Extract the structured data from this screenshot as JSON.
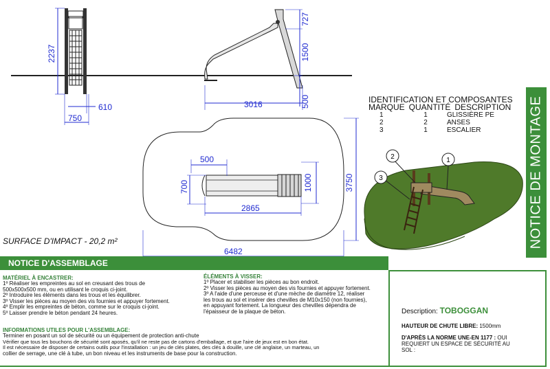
{
  "views": {
    "front": {
      "height": "2237",
      "width_inner": "610",
      "width_outer": "750"
    },
    "side": {
      "length": "3016",
      "h_top": "727",
      "h_mid": "1500",
      "h_bottom": "500"
    },
    "plan": {
      "slide_width": "500",
      "slide_w2": "700",
      "stair_w": "1000",
      "slide_len": "2865",
      "total_len": "6482",
      "total_h": "3750"
    }
  },
  "surface_impact": "SURFACE D'IMPACT - 20,2 m²",
  "parts": {
    "title": "IDENTIFICATION ET COMPOSANTES",
    "headers": [
      "MARQUE",
      "QUANTITÉ",
      "DESCRIPTION"
    ],
    "rows": [
      {
        "mark": "1",
        "qty": "1",
        "desc": "GLISSIÈRE PE"
      },
      {
        "mark": "2",
        "qty": "2",
        "desc": "ANSES"
      },
      {
        "mark": "3",
        "qty": "1",
        "desc": "ESCALIER"
      }
    ],
    "callouts": [
      "1",
      "2",
      "3"
    ]
  },
  "vertical_title": "NOTICE DE MONTAGE",
  "assembly_title": "NOTICE D'ASSEMBLAGE",
  "materials": {
    "title": "MATÉRIEL À ENCASTRER:",
    "lines": [
      "1º Réaliser les empreintes au sol en creusant des trous de",
      "500x500x500 mm, ou en utilisant le croquis ci-joint.",
      "2º Introduire les éléments dans les trous et les équilibrer.",
      "3º Visser les pièces au moyen des vis fournies et appuyer fortement.",
      "4º Emplir les empreintes de béton, comme sur le croquis ci-joint.",
      "5º Laisser prendre le béton pendant 24 heures."
    ]
  },
  "screw": {
    "title": "ÉLÉMENTS À VISSER:",
    "lines": [
      "1º Placer et stabiliser les pièces au bon endroit.",
      "2º Visser les pièces au moyen des vis fournies et appuyer fortement.",
      "3º A l'aide d'une perceuse et d'une mèche de diamètre 12, réaliser",
      "les trous au sol et insérer des chevilles de M10x150 (non fournies),",
      "en appuyant fortement. La longueur des chevilles dépendra de",
      "l'épaisseur de la plaque de béton."
    ]
  },
  "useful": {
    "title": "INFORMATIONS UTILES POUR L'ASSEMBLAGE:",
    "lines": [
      "Terminer en posant un sol de sécurité ou un équipement de protection anti-chute",
      "Vérifier que tous les bouchons de sécurité sont aposés, qu'il ne reste pas de cartons d'emballage, et que l'aire de jeux est en bon état.",
      "Il est nécessaire de disposer de certains outils pour l'installation : un jeu de clés plates, des clés à douille, une clé anglaise, un marteau, un",
      "collier de serrage, une clé à tube, un bon niveau et les instruments de base pour la construction."
    ]
  },
  "info": {
    "desc_label": "Description:",
    "desc_value": "TOBOGGAN",
    "fall_label": "HAUTEUR DE CHUTE LIBRE:",
    "fall_value": "1500mm",
    "norm_label": "D'APRÈS LA NORME UNE-EN 1177 :",
    "norm_text_1": "OUI",
    "norm_text_2": "REQUIERT UN ESPACE DE SÉCURITÉ AU",
    "norm_text_3": "SOL :"
  },
  "colors": {
    "green": "#3c8f3a",
    "dim": "#1f2ad0",
    "grass": "#4f7a2a"
  }
}
